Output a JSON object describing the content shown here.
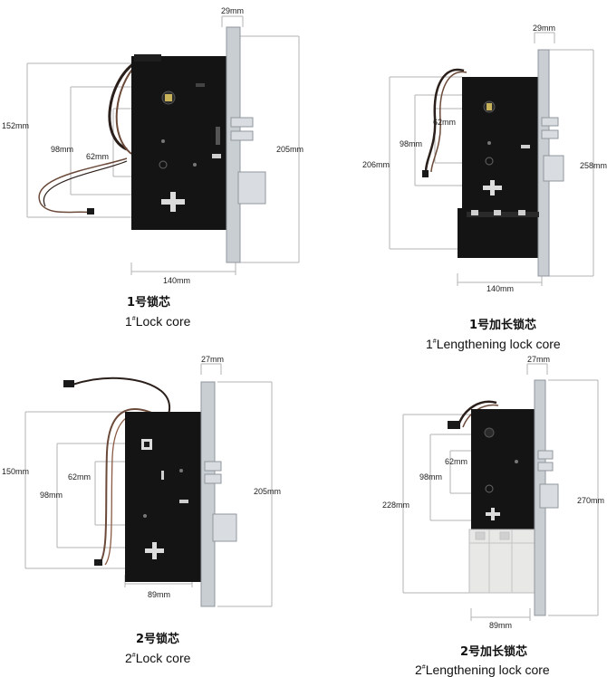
{
  "colors": {
    "body": "#141414",
    "faceplate": "#c9ced3",
    "faceplate_edge": "#8f969c",
    "metal": "#d9dde1",
    "dim_line": "#b3b3b3",
    "wire_dark": "#2a1f1a",
    "wire_brown": "#6b4a3a",
    "plastic": "#e8e8e6"
  },
  "locks": [
    {
      "id": "lock1",
      "caption_cn": "1号锁芯",
      "caption_num": "1",
      "caption_sup": "#",
      "caption_en": "Lock core",
      "dims": {
        "faceplate_width": "29mm",
        "total_height": "205mm",
        "left_height": "152mm",
        "inner_a": "98mm",
        "inner_b": "62mm",
        "backset": "140mm"
      }
    },
    {
      "id": "lock2",
      "caption_cn": "1号加长锁芯",
      "caption_num": "1",
      "caption_sup": "#",
      "caption_en": "Lengthening lock core",
      "dims": {
        "faceplate_width": "29mm",
        "total_height": "258mm",
        "left_height": "206mm",
        "inner_a": "98mm",
        "inner_b": "62mm",
        "backset": "140mm"
      }
    },
    {
      "id": "lock3",
      "caption_cn": "2号锁芯",
      "caption_num": "2",
      "caption_sup": "#",
      "caption_en": "Lock core",
      "dims": {
        "faceplate_width": "27mm",
        "total_height": "205mm",
        "left_height": "150mm",
        "inner_a": "98mm",
        "inner_b": "62mm",
        "backset": "89mm"
      }
    },
    {
      "id": "lock4",
      "caption_cn": "2号加长锁芯",
      "caption_num": "2",
      "caption_sup": "#",
      "caption_en": "Lengthening lock core",
      "dims": {
        "faceplate_width": "27mm",
        "total_height": "270mm",
        "left_height": "228mm",
        "inner_a": "98mm",
        "inner_b": "62mm",
        "backset": "89mm"
      }
    }
  ]
}
